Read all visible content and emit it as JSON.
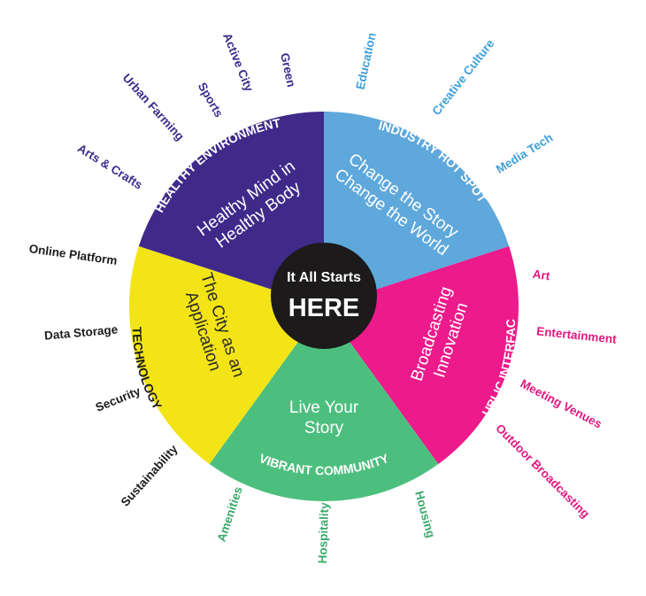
{
  "center": {
    "line1": "It All Starts",
    "line2": "HERE"
  },
  "segments": [
    {
      "id": "industry",
      "title": "INDUSTRY HOT SPOT",
      "inner": [
        "Change the Story",
        "Change the World"
      ],
      "color": "#5ea8dc",
      "label_color": "#3f9fd8",
      "labels": [
        "Education",
        "Creative Culture",
        "Media Tech"
      ]
    },
    {
      "id": "public",
      "title": "PUBLIC INTERFACE",
      "inner": [
        "Broadcasting",
        "Innovation"
      ],
      "color": "#ec1a8a",
      "label_color": "#e0187f",
      "labels": [
        "Art",
        "Entertainment",
        "Meeting Venues",
        "Outdoor Broadcasting"
      ]
    },
    {
      "id": "community",
      "title": "VIBRANT COMMUNITY",
      "inner": [
        "Live Your",
        "Story"
      ],
      "color": "#4cbf7e",
      "label_color": "#3aaa6a",
      "labels": [
        "Amenities",
        "Hospitality",
        "Housing"
      ]
    },
    {
      "id": "technology",
      "title": "TECHNOLOGY",
      "inner": [
        "The City as an",
        "Application"
      ],
      "color": "#f2e416",
      "label_color": "#1b1b1b",
      "labels": [
        "Online Platform",
        "Data Storage",
        "Security",
        "Sustainability"
      ]
    },
    {
      "id": "health",
      "title": "HEALTHY ENVIRONMENT",
      "inner": [
        "Healthy Mind in",
        "Healthy Body"
      ],
      "color": "#3f2a8a",
      "label_color": "#3b2b8c",
      "labels": [
        "Arts & Crafts",
        "Urban Farming",
        "Sports",
        "Active City",
        "Green"
      ]
    }
  ],
  "center_color": "#1c1a1a"
}
